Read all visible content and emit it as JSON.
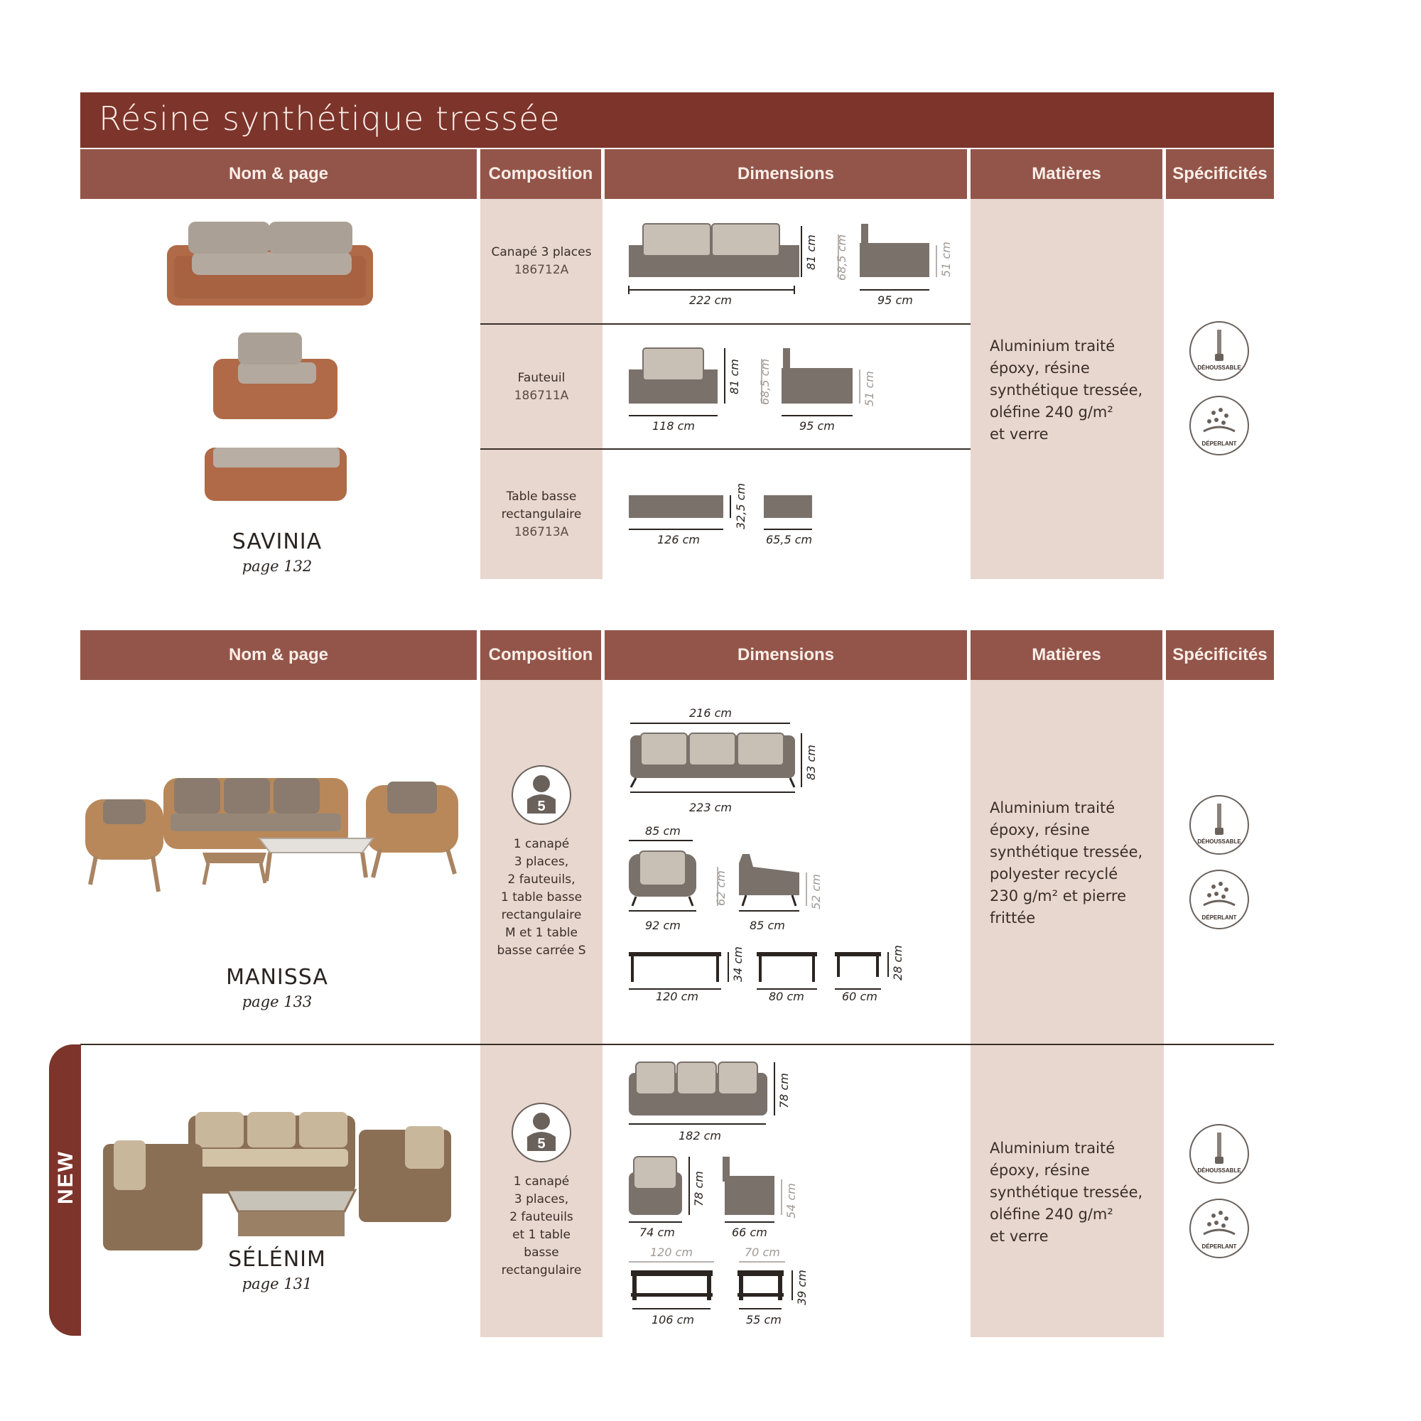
{
  "title": "Résine synthétique tressée",
  "headers": {
    "name": "Nom & page",
    "composition": "Composition",
    "dimensions": "Dimensions",
    "materials": "Matières",
    "specs": "Spécificités"
  },
  "badges": {
    "dehoussable": "DÉHOUSSABLE",
    "deperlant": "DÉPERLANT"
  },
  "new_label": "NEW",
  "savinia": {
    "name": "SAVINIA",
    "page": "page 132",
    "items": [
      {
        "label": "Canapé 3 places",
        "code": "186712A",
        "dims": [
          "222 cm",
          "81 cm",
          "68,5 cm",
          "95 cm",
          "51 cm"
        ]
      },
      {
        "label": "Fauteuil",
        "code": "186711A",
        "dims": [
          "118 cm",
          "81 cm",
          "68,5 cm",
          "95 cm",
          "51 cm"
        ]
      },
      {
        "label1": "Table basse",
        "label2": "rectangulaire",
        "code": "186713A",
        "dims": [
          "126 cm",
          "32,5 cm",
          "65,5 cm"
        ]
      }
    ],
    "materials": [
      "Aluminium traité",
      "époxy, résine",
      "synthétique tressée,",
      "oléfine 240 g/m²",
      "et verre"
    ]
  },
  "manissa": {
    "name": "MANISSA",
    "page": "page 133",
    "count": "5",
    "composition": [
      "1 canapé",
      "3 places,",
      "2 fauteuils,",
      "1 table basse",
      "rectangulaire",
      "M et 1 table",
      "basse carrée S"
    ],
    "dims": {
      "sofa_w_top": "216 cm",
      "sofa_w": "223 cm",
      "sofa_h": "83 cm",
      "arm_w_top": "85 cm",
      "arm_w": "92 cm",
      "arm_seat": "62 cm",
      "arm_d": "85 cm",
      "arm_h": "52 cm",
      "t1": "120 cm",
      "t_h": "34 cm",
      "t2": "80 cm",
      "t3": "60 cm",
      "t3_h": "28 cm"
    },
    "materials": [
      "Aluminium traité",
      "époxy, résine",
      "synthétique tressée,",
      "polyester recyclé",
      "230 g/m² et pierre",
      "frittée"
    ]
  },
  "selenim": {
    "name": "SÉLÉNIM",
    "page": "page 131",
    "count": "5",
    "composition": [
      "1 canapé",
      "3 places,",
      "2 fauteuils",
      "et 1 table",
      "basse",
      "rectangulaire"
    ],
    "dims": {
      "sofa_w": "182 cm",
      "sofa_h": "78 cm",
      "arm_w": "74 cm",
      "arm_h": "78 cm",
      "arm_d": "66 cm",
      "arm_seat": "54 cm",
      "t_top1": "120 cm",
      "t_top2": "70 cm",
      "t1": "106 cm",
      "t2": "55 cm",
      "t_h": "39 cm"
    },
    "materials": [
      "Aluminium traité",
      "époxy, résine",
      "synthétique tressée,",
      "oléfine 240 g/m²",
      "et verre"
    ]
  },
  "colors": {
    "title_bg": "#7c342b",
    "header_bg": "#93554a",
    "pink": "#e8d7cf",
    "drawing": "#7a716b"
  }
}
